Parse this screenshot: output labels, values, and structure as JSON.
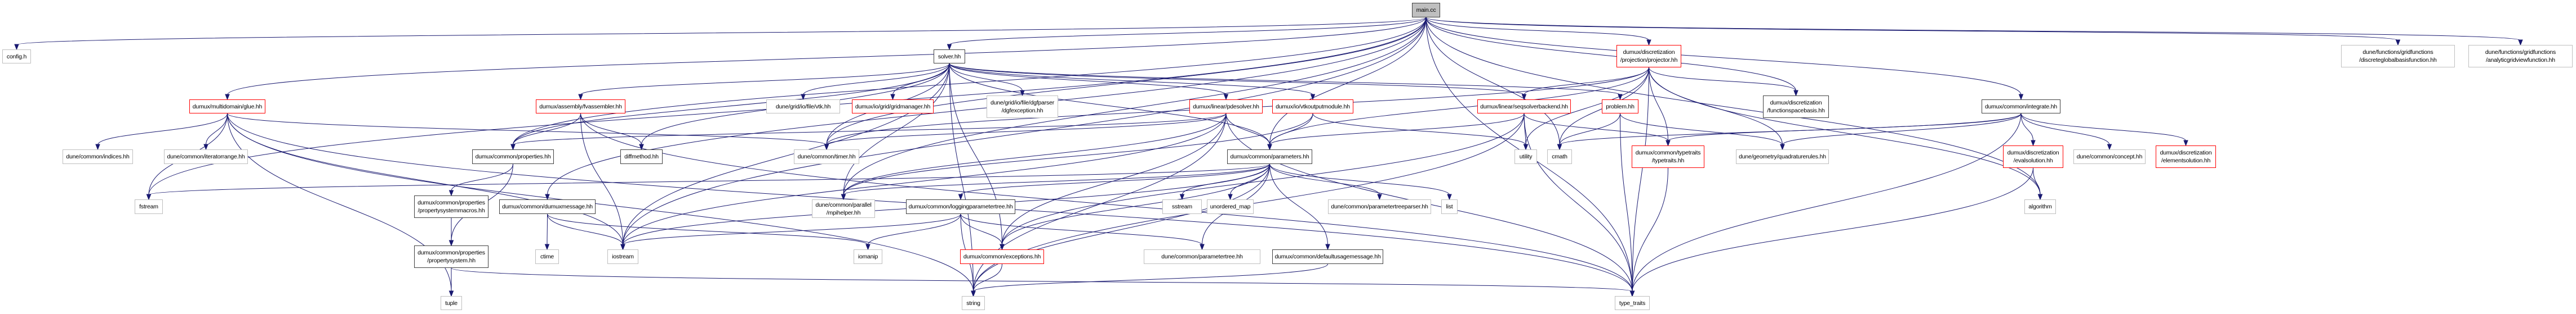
{
  "graph": {
    "title": "main.cc include dependency graph",
    "colors": {
      "edge": "#191970",
      "documented_border": "#404040",
      "truncated_border": "#ff0000",
      "external_border": "#bfbfbf",
      "root_fill": "#bfbfbf"
    },
    "nodes": [
      {
        "id": "main",
        "label": "main.cc",
        "kind": "root"
      },
      {
        "id": "config",
        "label": "config.h",
        "kind": "ext"
      },
      {
        "id": "solver",
        "label": "solver.hh",
        "kind": "doc"
      },
      {
        "id": "projector",
        "label": "dumux/discretization\n/projection/projector.hh",
        "kind": "trunc"
      },
      {
        "id": "glue",
        "label": "dumux/multidomain/glue.hh",
        "kind": "trunc"
      },
      {
        "id": "indices",
        "label": "dune/common/indices.hh",
        "kind": "ext"
      },
      {
        "id": "iterrange",
        "label": "dune/common/iteratorrange.hh",
        "kind": "ext"
      },
      {
        "id": "fstream",
        "label": "fstream",
        "kind": "ext"
      },
      {
        "id": "fvassembler",
        "label": "dumux/assembly/fvassembler.hh",
        "kind": "trunc"
      },
      {
        "id": "properties",
        "label": "dumux/common/properties.hh",
        "kind": "doc"
      },
      {
        "id": "diffmethod",
        "label": "diffmethod.hh",
        "kind": "doc"
      },
      {
        "id": "psmacros",
        "label": "dumux/common/properties\n/propertysystemmacros.hh",
        "kind": "doc"
      },
      {
        "id": "dumuxmsg",
        "label": "dumux/common/dumuxmessage.hh",
        "kind": "doc"
      },
      {
        "id": "propsys",
        "label": "dumux/common/properties\n/propertysystem.hh",
        "kind": "doc"
      },
      {
        "id": "ctime",
        "label": "ctime",
        "kind": "ext"
      },
      {
        "id": "iostream",
        "label": "iostream",
        "kind": "ext"
      },
      {
        "id": "tuple",
        "label": "tuple",
        "kind": "ext"
      },
      {
        "id": "vtk",
        "label": "dune/grid/io/file/vtk.hh",
        "kind": "ext"
      },
      {
        "id": "gridmanager",
        "label": "dumux/io/grid/gridmanager.hh",
        "kind": "trunc"
      },
      {
        "id": "dgfexc",
        "label": "dune/grid/io/file/dgfparser\n/dgfexception.hh",
        "kind": "ext"
      },
      {
        "id": "timer",
        "label": "dune/common/timer.hh",
        "kind": "ext"
      },
      {
        "id": "mpihelper",
        "label": "dune/common/parallel\n/mpihelper.hh",
        "kind": "ext"
      },
      {
        "id": "logtree",
        "label": "dumux/common/loggingparametertree.hh",
        "kind": "doc"
      },
      {
        "id": "iomanip",
        "label": "iomanip",
        "kind": "ext"
      },
      {
        "id": "exceptions",
        "label": "dumux/common/exceptions.hh",
        "kind": "trunc"
      },
      {
        "id": "string",
        "label": "string",
        "kind": "ext"
      },
      {
        "id": "pdesolver",
        "label": "dumux/linear/pdesolver.hh",
        "kind": "trunc"
      },
      {
        "id": "vtkout",
        "label": "dumux/io/vtkoutputmodule.hh",
        "kind": "trunc"
      },
      {
        "id": "parameters",
        "label": "dumux/common/parameters.hh",
        "kind": "doc"
      },
      {
        "id": "sstream",
        "label": "sstream",
        "kind": "ext"
      },
      {
        "id": "umap",
        "label": "unordered_map",
        "kind": "ext"
      },
      {
        "id": "ptparser",
        "label": "dune/common/parametertreeparser.hh",
        "kind": "ext"
      },
      {
        "id": "list",
        "label": "list",
        "kind": "ext"
      },
      {
        "id": "ptree",
        "label": "dune/common/parametertree.hh",
        "kind": "ext"
      },
      {
        "id": "defusage",
        "label": "dumux/common/defaultusagemessage.hh",
        "kind": "doc"
      },
      {
        "id": "seqsolver",
        "label": "dumux/linear/seqsolverbackend.hh",
        "kind": "trunc"
      },
      {
        "id": "problem",
        "label": "problem.hh",
        "kind": "trunc"
      },
      {
        "id": "utility",
        "label": "utility",
        "kind": "ext"
      },
      {
        "id": "cmath",
        "label": "cmath",
        "kind": "ext"
      },
      {
        "id": "typetraitshh",
        "label": "dumux/common/typetraits\n/typetraits.hh",
        "kind": "trunc"
      },
      {
        "id": "fsbasis",
        "label": "dumux/discretization\n/functionspacebasis.hh",
        "kind": "doc"
      },
      {
        "id": "quadrules",
        "label": "dune/geometry/quadraturerules.hh",
        "kind": "ext"
      },
      {
        "id": "type_traits",
        "label": "type_traits",
        "kind": "ext"
      },
      {
        "id": "integrate",
        "label": "dumux/common/integrate.hh",
        "kind": "doc"
      },
      {
        "id": "evalsol",
        "label": "dumux/discretization\n/evalsolution.hh",
        "kind": "trunc"
      },
      {
        "id": "concept",
        "label": "dune/common/concept.hh",
        "kind": "ext"
      },
      {
        "id": "elemsol",
        "label": "dumux/discretization\n/elementsolution.hh",
        "kind": "trunc"
      },
      {
        "id": "algorithm",
        "label": "algorithm",
        "kind": "ext"
      },
      {
        "id": "dgbf",
        "label": "dune/functions/gridfunctions\n/discreteglobalbasisfunction.hh",
        "kind": "ext"
      },
      {
        "id": "agvf",
        "label": "dune/functions/gridfunctions\n/analyticgridviewfunction.hh",
        "kind": "ext"
      }
    ],
    "edges": [
      [
        "main",
        "config"
      ],
      [
        "main",
        "solver"
      ],
      [
        "main",
        "projector"
      ],
      [
        "main",
        "glue"
      ],
      [
        "main",
        "fstream"
      ],
      [
        "main",
        "properties"
      ],
      [
        "main",
        "dumuxmsg"
      ],
      [
        "main",
        "parameters"
      ],
      [
        "main",
        "iostream"
      ],
      [
        "main",
        "integrate"
      ],
      [
        "main",
        "dgbf"
      ],
      [
        "main",
        "agvf"
      ],
      [
        "main",
        "type_traits"
      ],
      [
        "main",
        "algorithm"
      ],
      [
        "main",
        "mpihelper"
      ],
      [
        "main",
        "timer"
      ],
      [
        "main",
        "fsbasis"
      ],
      [
        "main",
        "cmath"
      ],
      [
        "solver",
        "fvassembler"
      ],
      [
        "solver",
        "properties"
      ],
      [
        "solver",
        "diffmethod"
      ],
      [
        "solver",
        "vtk"
      ],
      [
        "solver",
        "gridmanager"
      ],
      [
        "solver",
        "dgfexc"
      ],
      [
        "solver",
        "timer"
      ],
      [
        "solver",
        "pdesolver"
      ],
      [
        "solver",
        "vtkout"
      ],
      [
        "solver",
        "seqsolver"
      ],
      [
        "solver",
        "problem"
      ],
      [
        "solver",
        "parameters"
      ],
      [
        "solver",
        "iostream"
      ],
      [
        "solver",
        "string"
      ],
      [
        "solver",
        "mpihelper"
      ],
      [
        "solver",
        "exceptions"
      ],
      [
        "projector",
        "parameters"
      ],
      [
        "projector",
        "seqsolver"
      ],
      [
        "projector",
        "fsbasis"
      ],
      [
        "projector",
        "quadrules"
      ],
      [
        "projector",
        "type_traits"
      ],
      [
        "projector",
        "utility"
      ],
      [
        "projector",
        "cmath"
      ],
      [
        "projector",
        "typetraitshh"
      ],
      [
        "projector",
        "algorithm"
      ],
      [
        "projector",
        "timer"
      ],
      [
        "glue",
        "indices"
      ],
      [
        "glue",
        "iterrange"
      ],
      [
        "glue",
        "fstream"
      ],
      [
        "glue",
        "iostream"
      ],
      [
        "glue",
        "tuple"
      ],
      [
        "glue",
        "type_traits"
      ],
      [
        "glue",
        "string"
      ],
      [
        "glue",
        "timer"
      ],
      [
        "fvassembler",
        "properties"
      ],
      [
        "fvassembler",
        "diffmethod"
      ],
      [
        "fvassembler",
        "iostream"
      ],
      [
        "fvassembler",
        "type_traits"
      ],
      [
        "properties",
        "psmacros"
      ],
      [
        "properties",
        "propsys"
      ],
      [
        "psmacros",
        "propsys"
      ],
      [
        "propsys",
        "tuple"
      ],
      [
        "propsys",
        "type_traits"
      ],
      [
        "dumuxmsg",
        "ctime"
      ],
      [
        "dumuxmsg",
        "iostream"
      ],
      [
        "dumuxmsg",
        "iomanip"
      ],
      [
        "pdesolver",
        "parameters"
      ],
      [
        "pdesolver",
        "timer"
      ],
      [
        "pdesolver",
        "iostream"
      ],
      [
        "pdesolver",
        "mpihelper"
      ],
      [
        "pdesolver",
        "exceptions"
      ],
      [
        "pdesolver",
        "type_traits"
      ],
      [
        "pdesolver",
        "string"
      ],
      [
        "pdesolver",
        "properties"
      ],
      [
        "vtkout",
        "parameters"
      ],
      [
        "vtkout",
        "utility"
      ],
      [
        "vtkout",
        "mpihelper"
      ],
      [
        "parameters",
        "sstream"
      ],
      [
        "parameters",
        "umap"
      ],
      [
        "parameters",
        "ptparser"
      ],
      [
        "parameters",
        "list"
      ],
      [
        "parameters",
        "ptree"
      ],
      [
        "parameters",
        "defusage"
      ],
      [
        "parameters",
        "logtree"
      ],
      [
        "parameters",
        "exceptions"
      ],
      [
        "parameters",
        "fstream"
      ],
      [
        "parameters",
        "iostream"
      ],
      [
        "parameters",
        "mpihelper"
      ],
      [
        "parameters",
        "string"
      ],
      [
        "logtree",
        "iomanip"
      ],
      [
        "logtree",
        "exceptions"
      ],
      [
        "logtree",
        "ptree"
      ],
      [
        "logtree",
        "string"
      ],
      [
        "logtree",
        "iostream"
      ],
      [
        "exceptions",
        "string"
      ],
      [
        "defusage",
        "string"
      ],
      [
        "seqsolver",
        "utility"
      ],
      [
        "seqsolver",
        "parameters"
      ],
      [
        "seqsolver",
        "type_traits"
      ],
      [
        "seqsolver",
        "string"
      ],
      [
        "seqsolver",
        "exceptions"
      ],
      [
        "seqsolver",
        "typetraitshh"
      ],
      [
        "problem",
        "cmath"
      ],
      [
        "problem",
        "quadrules"
      ],
      [
        "problem",
        "type_traits"
      ],
      [
        "typetraitshh",
        "type_traits"
      ],
      [
        "integrate",
        "evalsol"
      ],
      [
        "integrate",
        "concept"
      ],
      [
        "integrate",
        "elemsol"
      ],
      [
        "integrate",
        "typetraitshh"
      ],
      [
        "integrate",
        "quadrules"
      ],
      [
        "integrate",
        "cmath"
      ],
      [
        "integrate",
        "type_traits"
      ],
      [
        "evalsol",
        "algorithm"
      ],
      [
        "evalsol",
        "type_traits"
      ]
    ]
  }
}
